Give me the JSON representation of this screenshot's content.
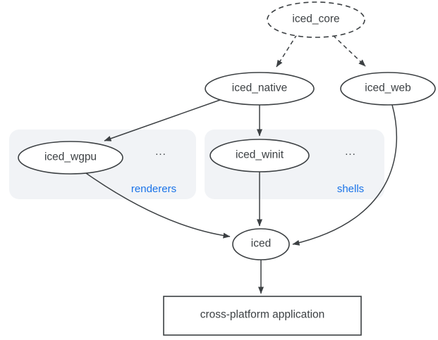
{
  "colors": {
    "background": "#ffffff",
    "stroke": "#3c4043",
    "text": "#3c4043",
    "node_fill": "#ffffff",
    "group_fill": "#f1f3f6",
    "group_label_color": "#1a73e8"
  },
  "nodes": {
    "iced_core": {
      "label": "iced_core",
      "shape": "ellipse",
      "border": "dashed"
    },
    "iced_native": {
      "label": "iced_native",
      "shape": "ellipse",
      "border": "solid"
    },
    "iced_web": {
      "label": "iced_web",
      "shape": "ellipse",
      "border": "solid"
    },
    "iced_wgpu": {
      "label": "iced_wgpu",
      "shape": "ellipse",
      "border": "solid"
    },
    "iced_winit": {
      "label": "iced_winit",
      "shape": "ellipse",
      "border": "solid"
    },
    "iced": {
      "label": "iced",
      "shape": "ellipse",
      "border": "solid"
    },
    "application": {
      "label": "cross-platform application",
      "shape": "rectangle",
      "border": "solid"
    }
  },
  "groups": {
    "renderers": {
      "label": "renderers",
      "ellipsis": "...",
      "contains": [
        "iced_wgpu"
      ]
    },
    "shells": {
      "label": "shells",
      "ellipsis": "...",
      "contains": [
        "iced_winit"
      ]
    }
  },
  "edges": [
    {
      "from": "iced_core",
      "to": "iced_native",
      "style": "dashed"
    },
    {
      "from": "iced_core",
      "to": "iced_web",
      "style": "dashed"
    },
    {
      "from": "iced_native",
      "to": "iced_wgpu",
      "style": "solid"
    },
    {
      "from": "iced_native",
      "to": "iced_winit",
      "style": "solid"
    },
    {
      "from": "iced_wgpu",
      "to": "iced",
      "style": "solid"
    },
    {
      "from": "iced_winit",
      "to": "iced",
      "style": "solid"
    },
    {
      "from": "iced_web",
      "to": "iced",
      "style": "solid"
    },
    {
      "from": "iced",
      "to": "application",
      "style": "solid"
    }
  ]
}
